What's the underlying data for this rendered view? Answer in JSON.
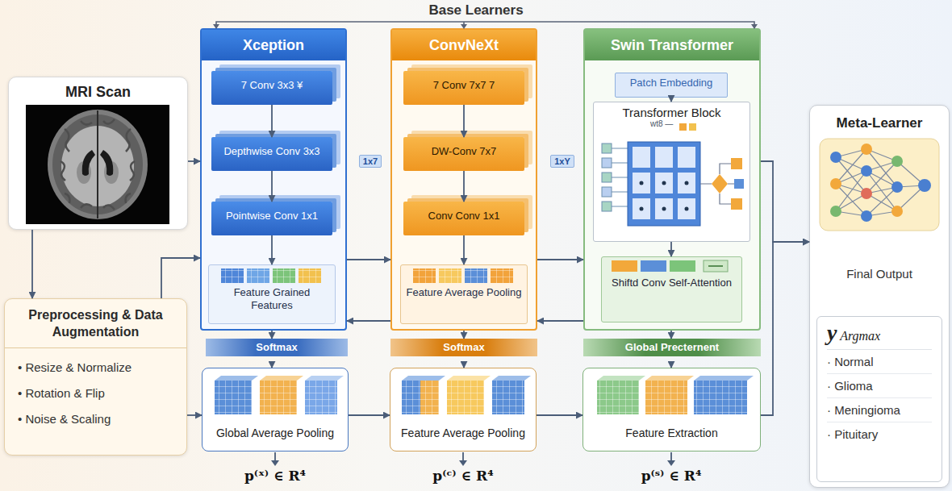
{
  "diagram": {
    "title": "Base Learners",
    "nodes": [
      {
        "text": [
          "MRI Scan"
        ]
      },
      {
        "text": [
          "Preprocessing & Data Augmentation",
          "• Resize & Normalize",
          "• Rotation & Flip",
          "• Noise & Scaling"
        ]
      },
      {
        "text": [
          "Xception"
        ]
      },
      {
        "text": [
          "7 Conv 3x3 ¥"
        ],
        "in": 2
      },
      {
        "text": [
          "Depthwise Conv 3x3"
        ],
        "in": 2
      },
      {
        "text": [
          "Pointwise Conv 1x1"
        ],
        "in": 2
      },
      {
        "text": [
          "Feature Grained Features"
        ],
        "in": 2
      },
      {
        "text": [
          "Softmax"
        ]
      },
      {
        "text": [
          "Global Average Pooling"
        ]
      },
      {
        "text": [
          "ConvNeXt"
        ]
      },
      {
        "text": [
          "7 Conv 7x7 7"
        ],
        "in": 9
      },
      {
        "text": [
          "DW-Conv 7x7"
        ],
        "in": 9
      },
      {
        "text": [
          "Conv Conv 1x1"
        ],
        "in": 9
      },
      {
        "text": [
          "Feature Average Pooling"
        ],
        "in": 9
      },
      {
        "text": [
          "Softmax"
        ]
      },
      {
        "text": [
          "Feature Average Pooling"
        ]
      },
      {
        "text": [
          "Swin Transformer"
        ]
      },
      {
        "text": [
          "Patch Embedding"
        ],
        "in": 16
      },
      {
        "text": [
          "Transformer Block",
          "wt8 —"
        ],
        "in": 16
      },
      {
        "text": [
          "Shiftd Conv Self-Attention"
        ],
        "in": 16
      },
      {
        "text": [
          "Global Precternent"
        ]
      },
      {
        "text": [
          "Feature Extraction"
        ]
      },
      {
        "text": [
          "Meta-Learner",
          "Final Output"
        ]
      },
      {
        "text": [
          "y Argmax",
          "· Normal",
          "· Glioma",
          "· Meningioma",
          "· Pituitary"
        ],
        "in": 22
      }
    ],
    "edges": [
      {
        "from": 0,
        "to": 2,
        "arrow": "to"
      },
      {
        "from": 0,
        "to": 1,
        "arrow": "to"
      },
      {
        "from": 1,
        "to": 2,
        "arrow": "to"
      },
      {
        "from": 3,
        "to": 4,
        "arrow": "to"
      },
      {
        "from": 4,
        "to": 5,
        "arrow": "to"
      },
      {
        "from": 5,
        "to": 6,
        "arrow": "to"
      },
      {
        "from": 2,
        "to": 7,
        "arrow": "to"
      },
      {
        "from": 7,
        "to": 8,
        "arrow": "to"
      },
      {
        "from": 2,
        "to": 9,
        "arrow": "to"
      },
      {
        "from": 9,
        "to": 2,
        "arrow": "to"
      },
      {
        "from": 10,
        "to": 11,
        "arrow": "to"
      },
      {
        "from": 11,
        "to": 12,
        "arrow": "to"
      },
      {
        "from": 12,
        "to": 13,
        "arrow": "to"
      },
      {
        "from": 9,
        "to": 14,
        "arrow": "to"
      },
      {
        "from": 14,
        "to": 15,
        "arrow": "to"
      },
      {
        "from": 9,
        "to": 16,
        "arrow": "to"
      },
      {
        "from": 16,
        "to": 9,
        "arrow": "to"
      },
      {
        "from": 17,
        "to": 18,
        "arrow": "to"
      },
      {
        "from": 18,
        "to": 19,
        "arrow": "to"
      },
      {
        "from": 16,
        "to": 20,
        "arrow": "to"
      },
      {
        "from": 20,
        "to": 21,
        "arrow": "to"
      },
      {
        "from": 1,
        "to": 8,
        "arrow": "to"
      },
      {
        "from": 8,
        "to": 15,
        "arrow": "to"
      },
      {
        "from": 15,
        "to": 21,
        "arrow": "to"
      },
      {
        "from": 16,
        "to": 22,
        "arrow": "to"
      },
      {
        "from": 21,
        "to": 22,
        "arrow": "to"
      }
    ],
    "labels": [
      "1x7",
      "1xY",
      "p⁽ˣ⁾ ∈ R⁴",
      "p⁽ᶜ⁾ ∈ R⁴",
      "p⁽ˢ⁾ ∈ R⁴"
    ]
  }
}
